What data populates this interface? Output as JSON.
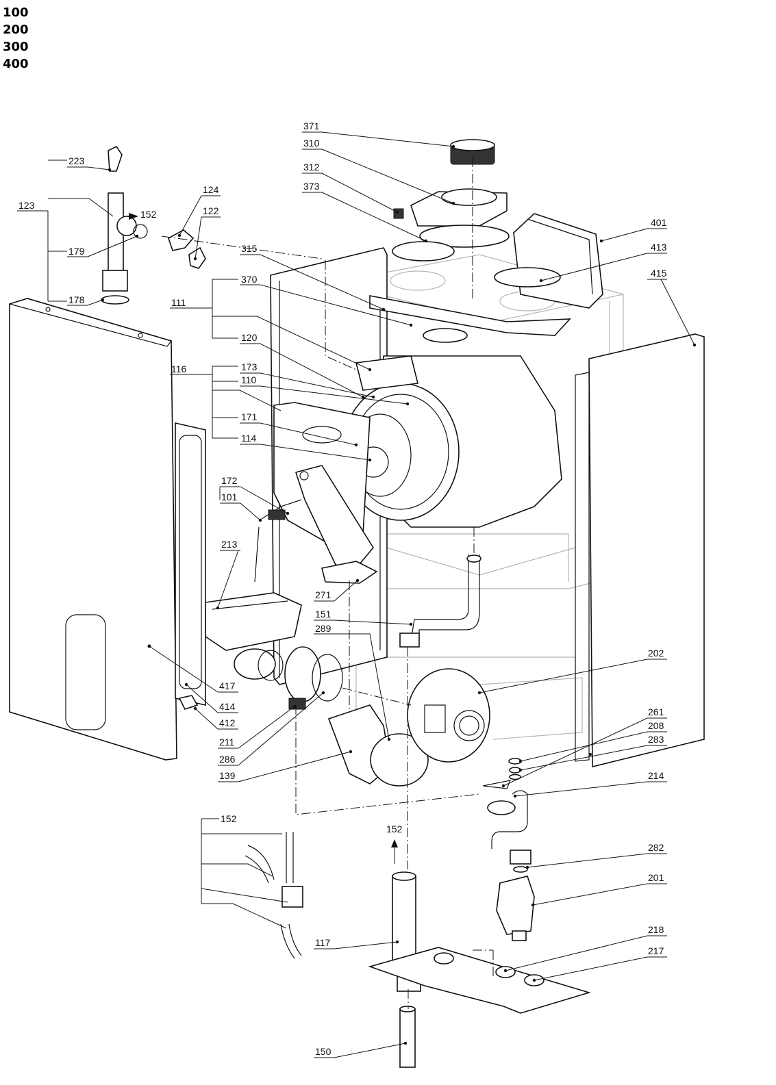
{
  "header": {
    "codes": [
      "100",
      "200",
      "300",
      "400"
    ]
  },
  "callouts": [
    {
      "id": "371",
      "label": "371"
    },
    {
      "id": "310",
      "label": "310"
    },
    {
      "id": "312",
      "label": "312"
    },
    {
      "id": "373",
      "label": "373"
    },
    {
      "id": "223",
      "label": "223"
    },
    {
      "id": "123",
      "label": "123"
    },
    {
      "id": "152a",
      "label": "152"
    },
    {
      "id": "179",
      "label": "179"
    },
    {
      "id": "178",
      "label": "178"
    },
    {
      "id": "124",
      "label": "124"
    },
    {
      "id": "122",
      "label": "122"
    },
    {
      "id": "315",
      "label": "315"
    },
    {
      "id": "370",
      "label": "370"
    },
    {
      "id": "111",
      "label": "111"
    },
    {
      "id": "120",
      "label": "120"
    },
    {
      "id": "116",
      "label": "116"
    },
    {
      "id": "173",
      "label": "173"
    },
    {
      "id": "110",
      "label": "110"
    },
    {
      "id": "171",
      "label": "171"
    },
    {
      "id": "114",
      "label": "114"
    },
    {
      "id": "172",
      "label": "172"
    },
    {
      "id": "101",
      "label": "101"
    },
    {
      "id": "213",
      "label": "213"
    },
    {
      "id": "271",
      "label": "271"
    },
    {
      "id": "151",
      "label": "151"
    },
    {
      "id": "289",
      "label": "289"
    },
    {
      "id": "401",
      "label": "401"
    },
    {
      "id": "413",
      "label": "413"
    },
    {
      "id": "415",
      "label": "415"
    },
    {
      "id": "202",
      "label": "202"
    },
    {
      "id": "261",
      "label": "261"
    },
    {
      "id": "208",
      "label": "208"
    },
    {
      "id": "283",
      "label": "283"
    },
    {
      "id": "214",
      "label": "214"
    },
    {
      "id": "417",
      "label": "417"
    },
    {
      "id": "414",
      "label": "414"
    },
    {
      "id": "412",
      "label": "412"
    },
    {
      "id": "211",
      "label": "211"
    },
    {
      "id": "286",
      "label": "286"
    },
    {
      "id": "139",
      "label": "139"
    },
    {
      "id": "152b",
      "label": "152"
    },
    {
      "id": "152c",
      "label": "152"
    },
    {
      "id": "282",
      "label": "282"
    },
    {
      "id": "201",
      "label": "201"
    },
    {
      "id": "117",
      "label": "117"
    },
    {
      "id": "218",
      "label": "218"
    },
    {
      "id": "217",
      "label": "217"
    },
    {
      "id": "150",
      "label": "150"
    }
  ]
}
